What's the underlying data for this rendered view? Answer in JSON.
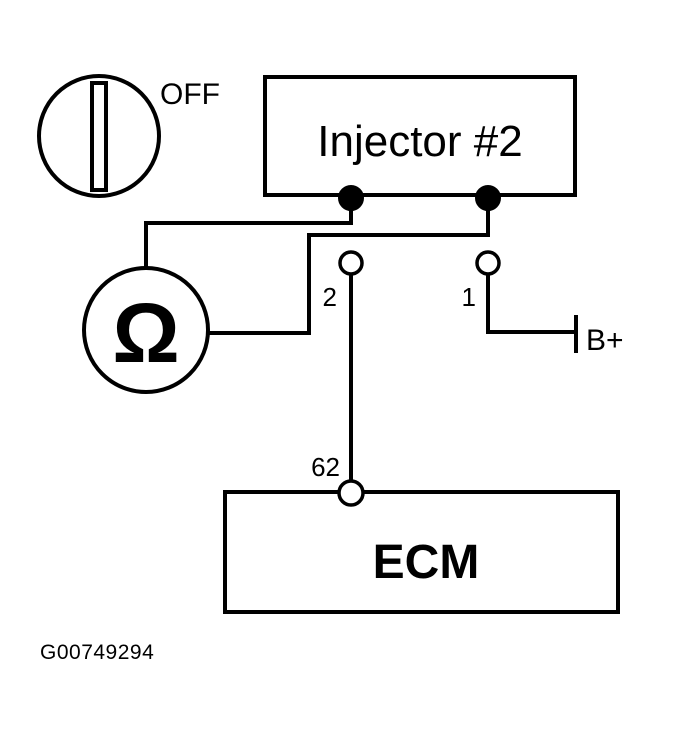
{
  "ignition_switch": {
    "label": "OFF"
  },
  "injector": {
    "label": "Injector #2"
  },
  "ohmmeter": {
    "symbol": "Ω"
  },
  "pins": {
    "pin_2": "2",
    "pin_1": "1",
    "ecm_pin": "62"
  },
  "battery": {
    "label": "B+"
  },
  "ecm": {
    "label": "ECM"
  },
  "figure_id": "G00749294"
}
